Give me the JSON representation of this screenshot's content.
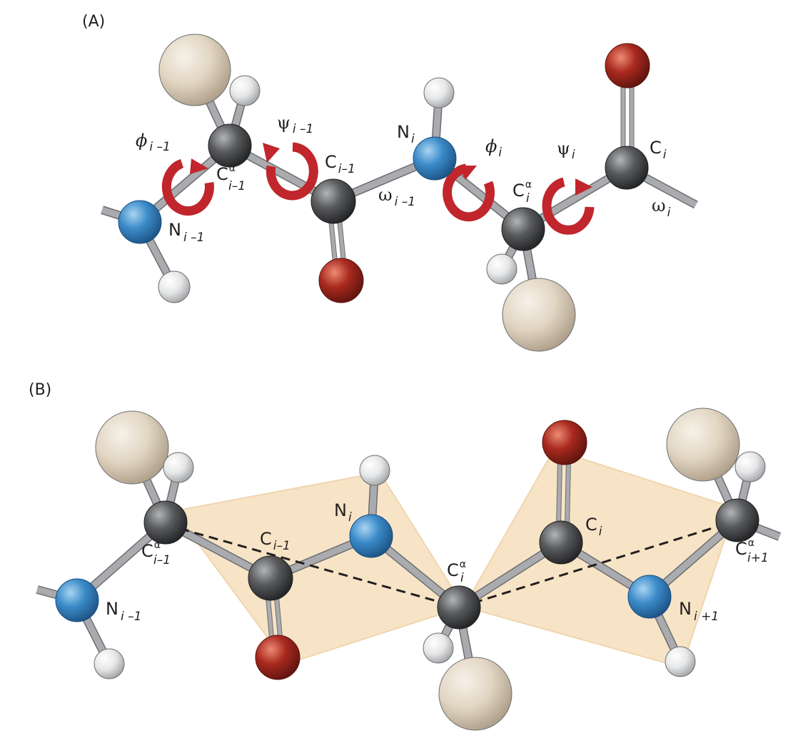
{
  "panels": {
    "a": {
      "label": "(A)"
    },
    "b": {
      "label": "(B)"
    }
  },
  "symbols": {
    "N": "N",
    "C": "C",
    "alpha": "α",
    "phi": "ϕ",
    "psi": "ψ",
    "omega": "ω"
  },
  "subscripts": {
    "i_minus_1_spaced": "i –1",
    "i_minus_1": "i–1",
    "i": "i",
    "i_plus_1": "i+1",
    "i_plus_1_spaced": "i +1"
  },
  "colors": {
    "nitrogen": "#3b8bc9",
    "carbon": "#58595b",
    "oxygen": "#a8291f",
    "hydrogen": "#e6e7e8",
    "side_chain": "#e2d6c3",
    "rotation_arrow": "#c0262c",
    "peptide_plane": "#f7e4c6",
    "bond": "#a9abae",
    "text": "#231f20"
  }
}
